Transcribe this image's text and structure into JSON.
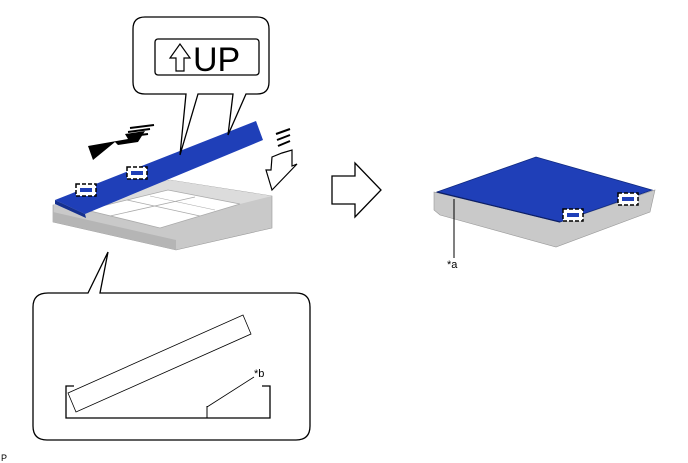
{
  "callout_top": {
    "text": "UP",
    "icon": "up-arrow-icon"
  },
  "labels": {
    "a": "*a",
    "b": "*b"
  },
  "figure_code": "P",
  "colors": {
    "cover": "#1f3fb8",
    "tray": "#c8c8c8",
    "outline": "#000000"
  }
}
